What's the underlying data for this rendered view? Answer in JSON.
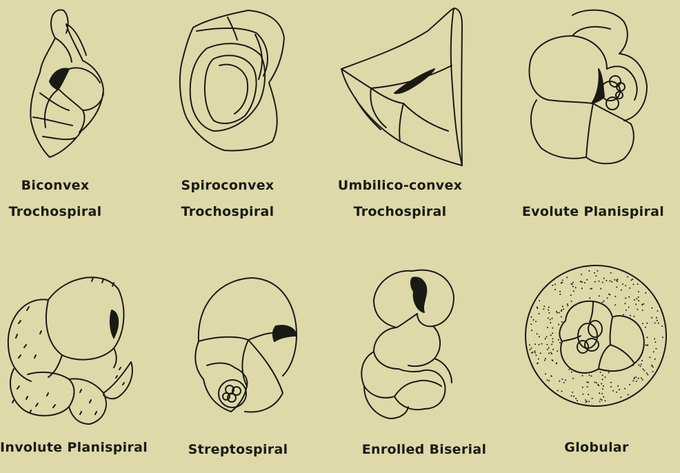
{
  "figures": [
    {
      "id": "biconvex",
      "caption_line1": "Biconvex",
      "caption_line2": "Trochospiral"
    },
    {
      "id": "spiroconvex",
      "caption_line1": "Spiroconvex",
      "caption_line2": "Trochospiral"
    },
    {
      "id": "umbilico-convex",
      "caption_line1": "Umbilico-convex",
      "caption_line2": "Trochospiral"
    },
    {
      "id": "evolute-planispiral",
      "caption_line1": "Evolute Planispiral",
      "caption_line2": ""
    },
    {
      "id": "involute-planispiral",
      "caption_line1": "Involute Planispiral",
      "caption_line2": ""
    },
    {
      "id": "streptospiral",
      "caption_line1": "Streptospiral",
      "caption_line2": ""
    },
    {
      "id": "enrolled-biserial",
      "caption_line1": "Enrolled Biserial",
      "caption_line2": ""
    },
    {
      "id": "globular",
      "caption_line1": "Globular",
      "caption_line2": ""
    }
  ],
  "colors": {
    "background": "#ddd9a9",
    "ink": "#1a1a14"
  },
  "icons": [
    "biconvex-shell-icon",
    "spiroconvex-shell-icon",
    "umbilico-convex-shell-icon",
    "evolute-planispiral-shell-icon",
    "involute-planispiral-shell-icon",
    "streptospiral-shell-icon",
    "enrolled-biserial-shell-icon",
    "globular-shell-icon"
  ]
}
